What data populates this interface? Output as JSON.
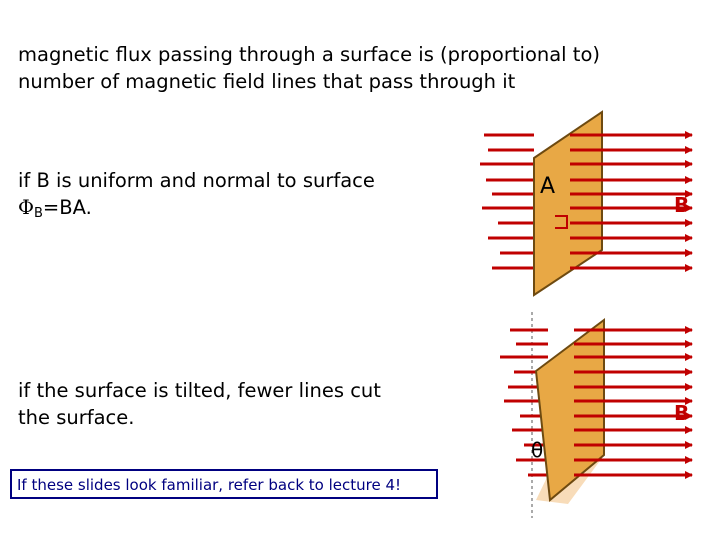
{
  "intro": {
    "line1": "magnetic flux passing through a surface is (proportional to)",
    "line2": "number of magnetic field lines that pass through it"
  },
  "uniform": {
    "line1": "if B is uniform and normal to surface",
    "phi_symbol": "Φ",
    "phi_subscript": "B",
    "equation_rest": "=BA."
  },
  "tilted": {
    "line1": "if the surface is tilted, fewer lines cut",
    "line2": "the surface."
  },
  "note": {
    "text": "If these slides look familiar, refer back to lecture 4!"
  },
  "diagram": {
    "area_label": "A",
    "field_label_top": "B",
    "field_label_bottom": "B",
    "angle_label": "θ"
  },
  "colors": {
    "field_line": "#c00000",
    "plate_fill": "#e8a845",
    "plate_edge": "#6e4a10",
    "plate_shadow": "#f6d3a8",
    "note_border": "#000080",
    "note_text": "#000080"
  }
}
